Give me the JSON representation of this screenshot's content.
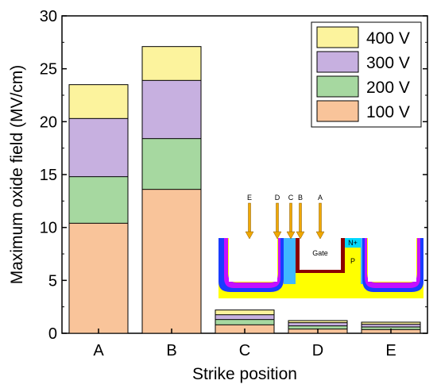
{
  "chart_data": {
    "type": "bar",
    "stacked": true,
    "xlabel": "Strike position",
    "ylabel": "Maximum oxide field (MV/cm)",
    "categories": [
      "A",
      "B",
      "C",
      "D",
      "E"
    ],
    "ylim": [
      0,
      30
    ],
    "yticks": [
      "0",
      "5",
      "10",
      "15",
      "20",
      "25",
      "30"
    ],
    "stack_order_note": "totals per voltage; higher voltage stacked on top",
    "series": [
      {
        "name": "100 V",
        "color": "#f9c49a",
        "values": [
          10.4,
          13.6,
          0.8,
          0.4,
          0.35
        ]
      },
      {
        "name": "200 V",
        "color": "#a6d8a0",
        "values": [
          14.8,
          18.4,
          1.3,
          0.7,
          0.6
        ]
      },
      {
        "name": "300 V",
        "color": "#c7b0e0",
        "values": [
          20.3,
          23.9,
          1.75,
          1.0,
          0.85
        ]
      },
      {
        "name": "400 V",
        "color": "#fcf39d",
        "values": [
          23.5,
          27.1,
          2.2,
          1.2,
          1.05
        ]
      }
    ],
    "legend": {
      "placement": "top-right",
      "order": [
        "400 V",
        "300 V",
        "200 V",
        "100 V"
      ]
    },
    "grid": false
  },
  "inset": {
    "labels": [
      "E",
      "D",
      "C",
      "B",
      "A"
    ],
    "gate_label": "Gate",
    "nplus_label": "N+",
    "p_label": "P"
  }
}
